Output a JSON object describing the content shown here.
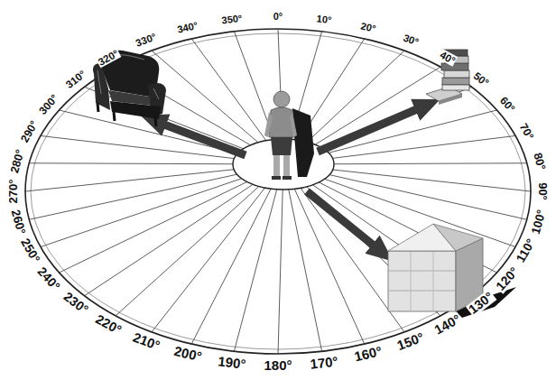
{
  "diagram": {
    "labels": [
      "0°",
      "10°",
      "20°",
      "30°",
      "40°",
      "50°",
      "60°",
      "70°",
      "80°",
      "90°",
      "100°",
      "110°",
      "120°",
      "130°",
      "140°",
      "150°",
      "160°",
      "170°",
      "180°",
      "190°",
      "200°",
      "210°",
      "220°",
      "230°",
      "240°",
      "250°",
      "260°",
      "270°",
      "280°",
      "290°",
      "300°",
      "310°",
      "320°",
      "330°",
      "340°",
      "350°"
    ]
  }
}
